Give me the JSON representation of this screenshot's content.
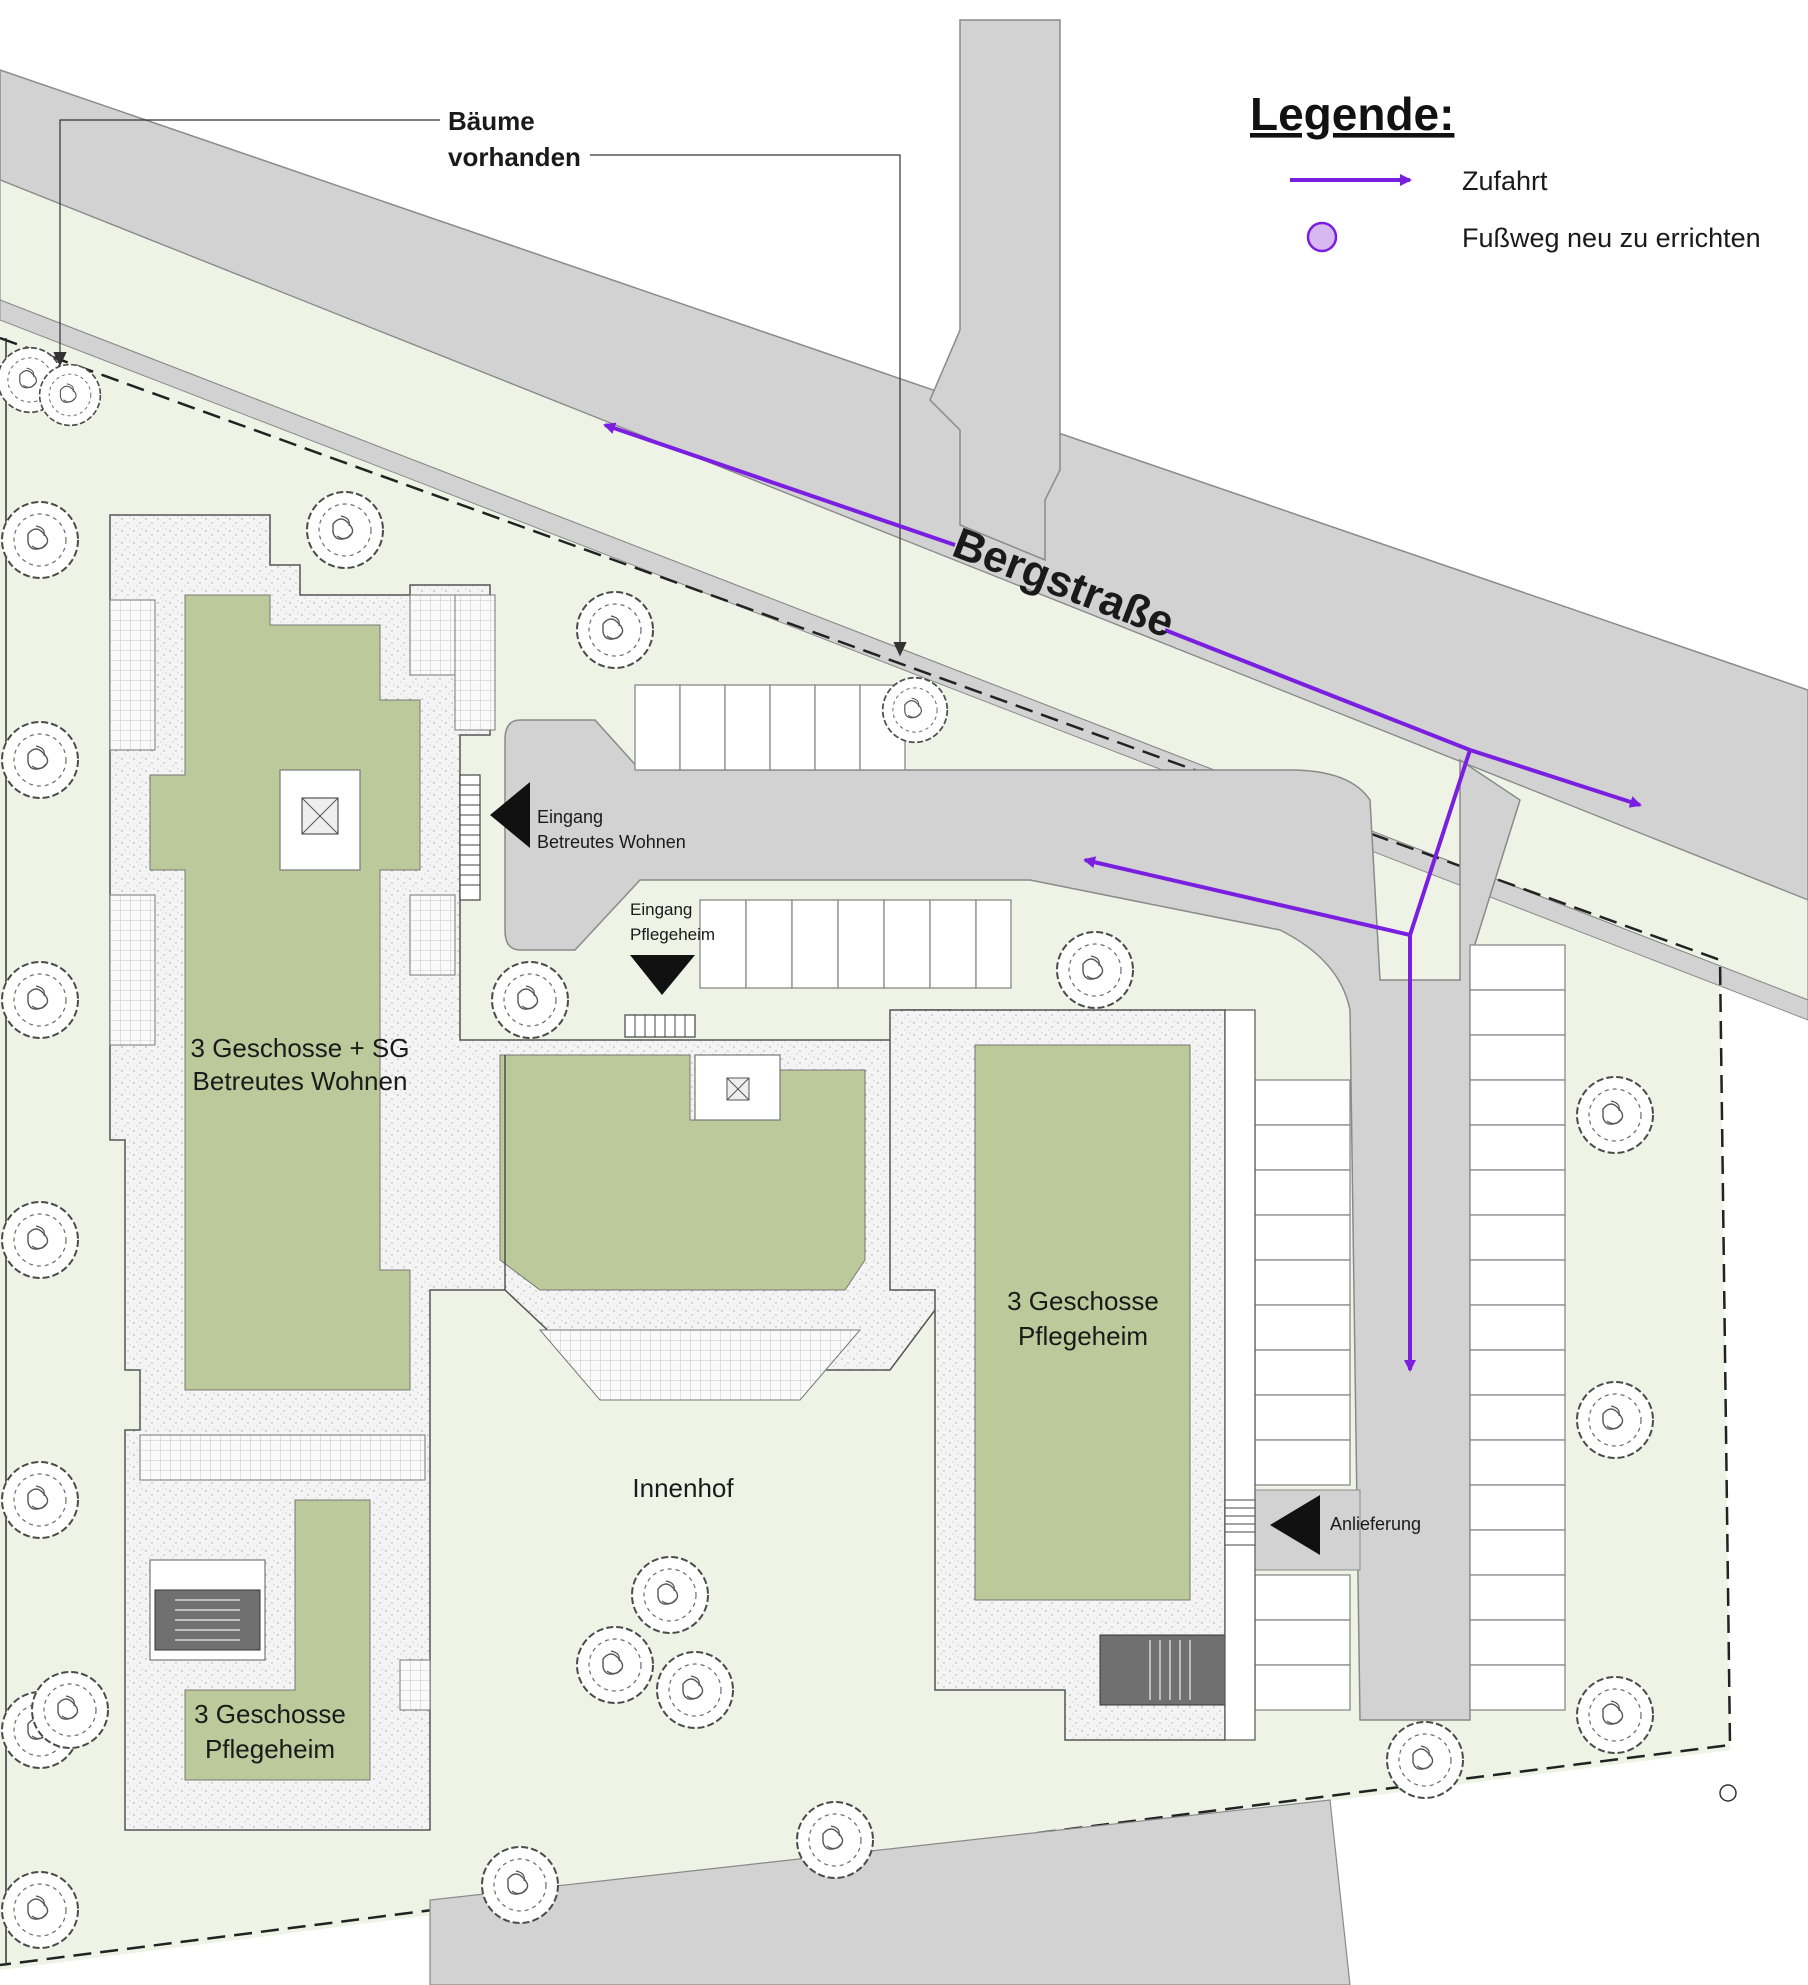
{
  "legend": {
    "title": "Legende:",
    "items": [
      {
        "label": "Zufahrt",
        "icon": "purple-arrow-icon"
      },
      {
        "label": "Fußweg neu zu errichten",
        "icon": "purple-circle-icon"
      }
    ],
    "accent": "#7a1fe0",
    "circle_fill": "#d7b8f0"
  },
  "annotations": {
    "trees_existing_line1": "Bäume",
    "trees_existing_line2": "vorhanden"
  },
  "street": {
    "name": "Bergstraße"
  },
  "buildings": {
    "betreutes_wohnen": {
      "line1": "3 Geschosse + SG",
      "line2": "Betreutes Wohnen"
    },
    "pflegeheim_east": {
      "line1": "3 Geschosse",
      "line2": "Pflegeheim"
    },
    "pflegeheim_south": {
      "line1": "3 Geschosse",
      "line2": "Pflegeheim"
    }
  },
  "entrances": {
    "betreutes_wohnen": {
      "line1": "Eingang",
      "line2": "Betreutes Wohnen"
    },
    "pflegeheim": {
      "line1": "Eingang",
      "line2": "Pflegeheim"
    },
    "delivery": "Anlieferung"
  },
  "courtyard": "Innenhof",
  "colors": {
    "road": "#d2d2d2",
    "lawn": "#eef3e6",
    "roof": "#bcc99a",
    "paving": "#f4f4f4"
  }
}
